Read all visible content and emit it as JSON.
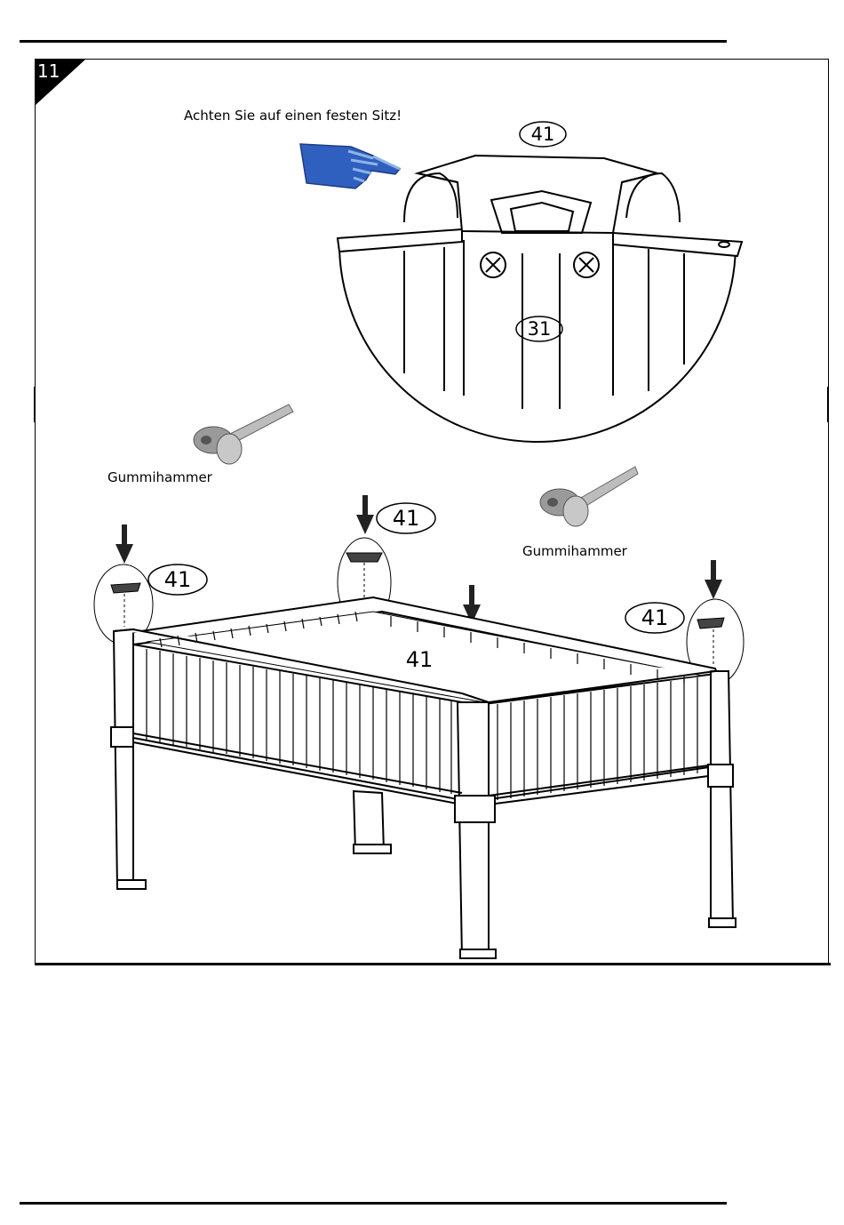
{
  "step": {
    "number": "11"
  },
  "note": {
    "text": "Achten Sie auf einen festen Sitz!"
  },
  "callouts": [
    "41",
    "31",
    "41",
    "41",
    "41",
    "41"
  ],
  "tools": [
    {
      "label": "Gummihammer"
    },
    {
      "label": "Gummihammer"
    }
  ],
  "colors": {
    "line": "#000000",
    "hand": "#2f5fbf",
    "hand_light": "#8fb3e8",
    "tool": "#9a9a9a"
  }
}
